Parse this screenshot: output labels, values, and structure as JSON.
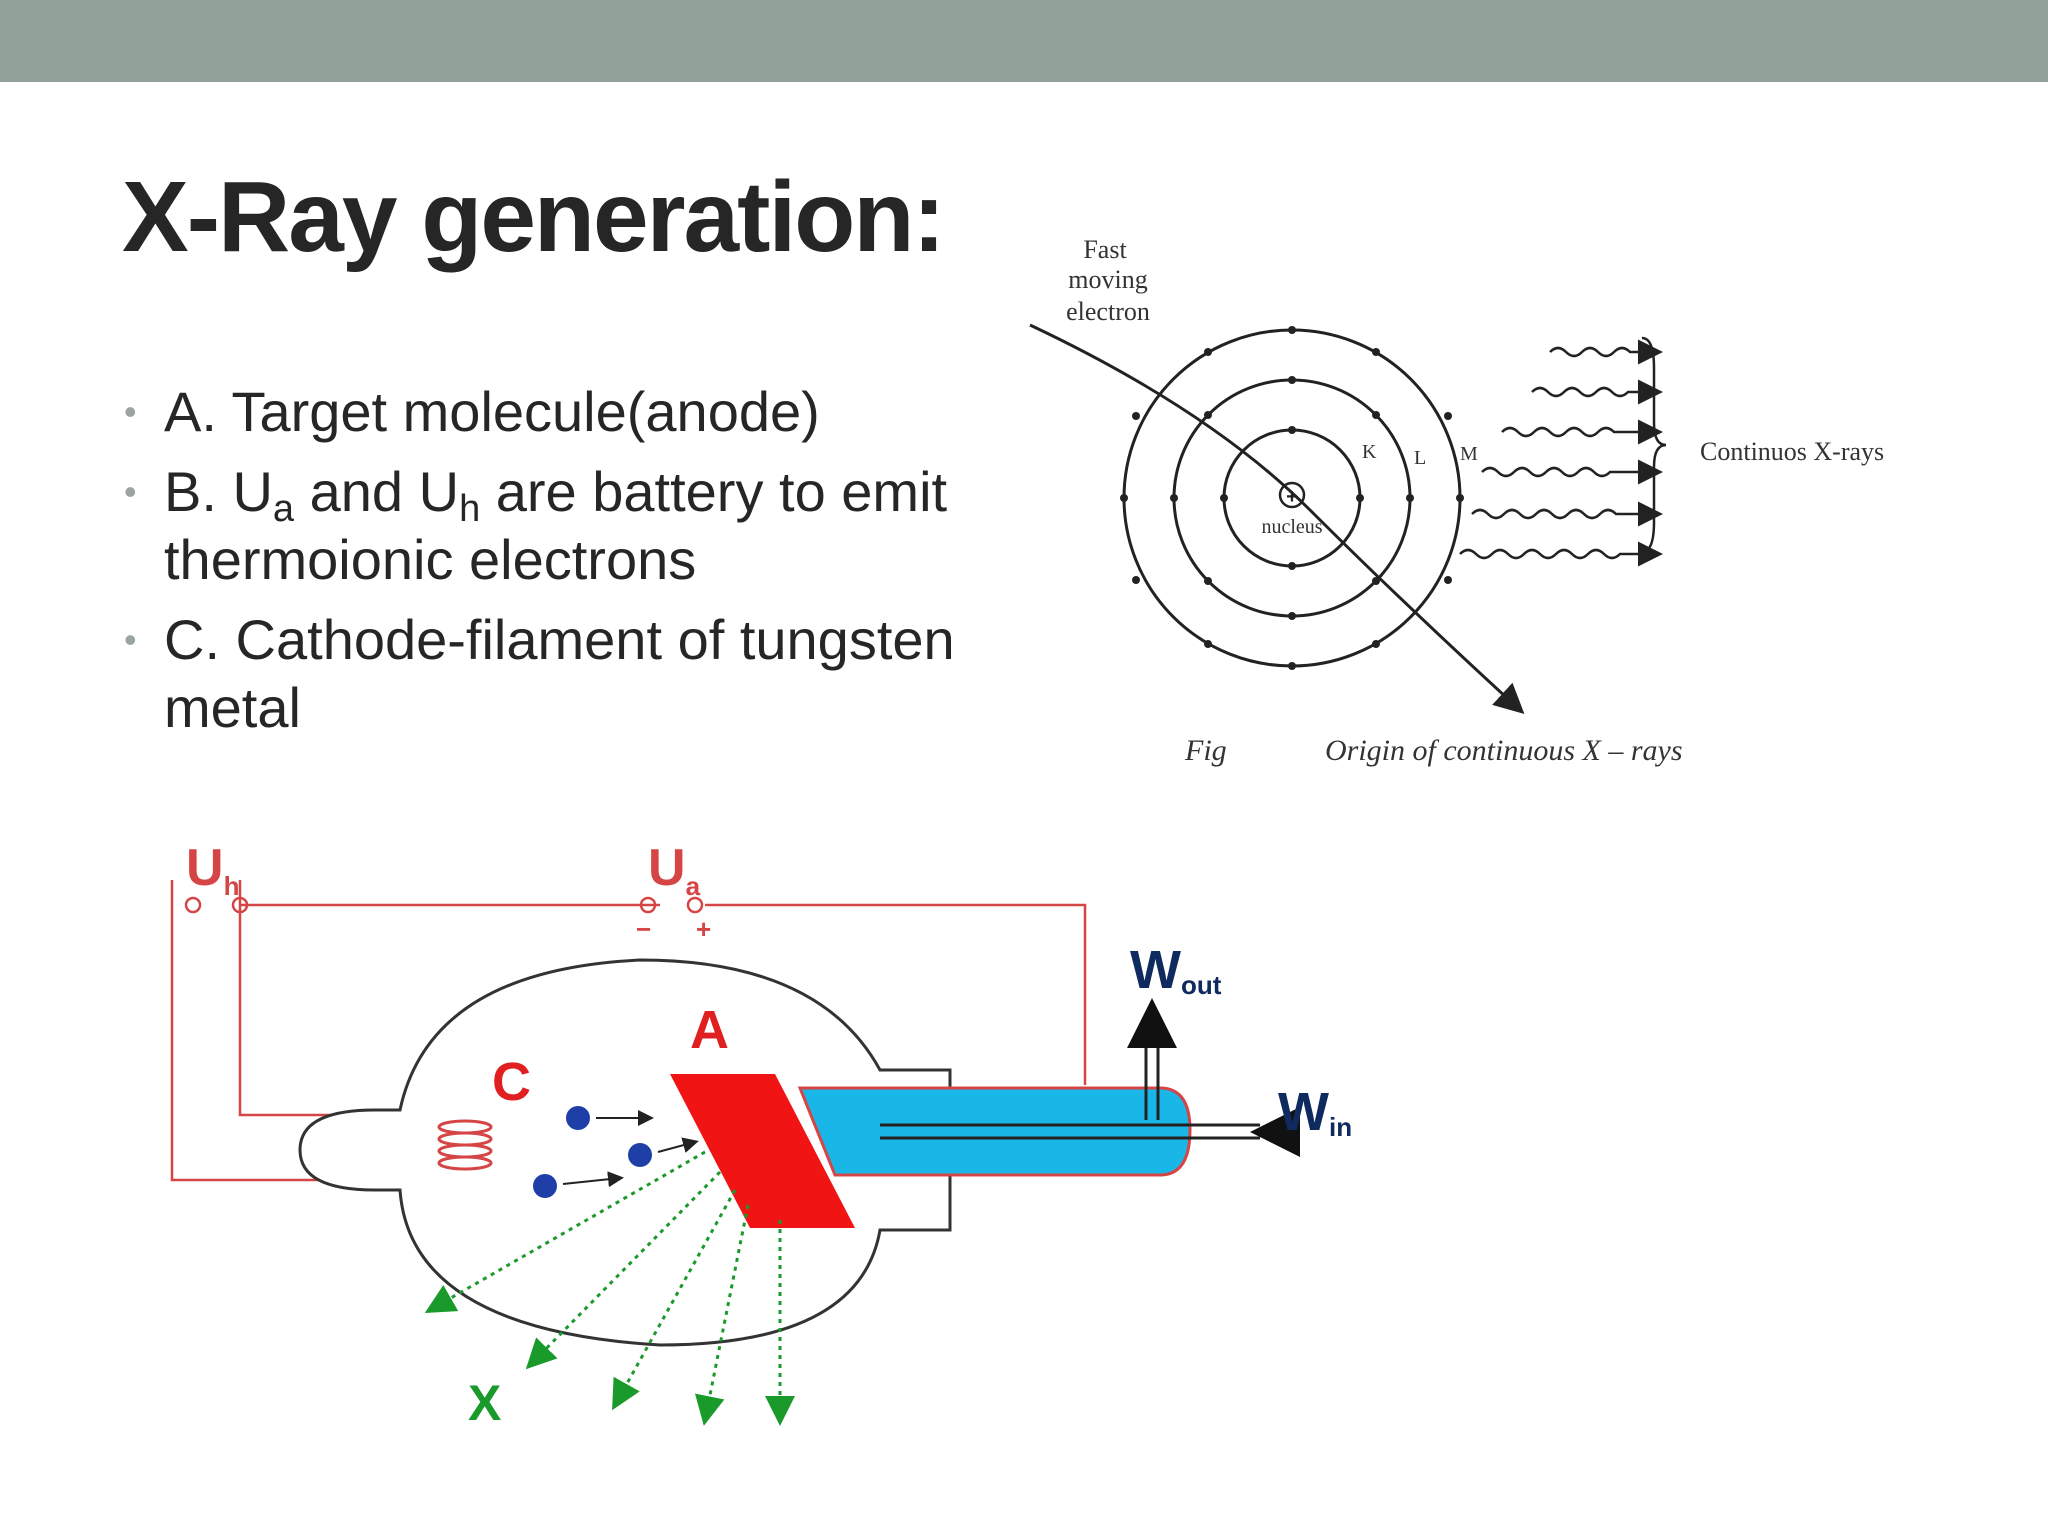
{
  "slide": {
    "title": "X-Ray generation:",
    "accent_color": "#91a099"
  },
  "bullets": [
    {
      "pre": "A. Target molecule(anode)"
    },
    {
      "pre": "B. U",
      "sub1": "a",
      "mid": " and U",
      "sub2": "h",
      "post": " are battery to emit thermoionic electrons"
    },
    {
      "pre": "C. Cathode-filament of tungsten metal"
    }
  ],
  "atom_figure": {
    "electron_label": [
      "Fast",
      "moving",
      "electron"
    ],
    "nucleus_label": "nucleus",
    "shell_labels": [
      "K",
      "L",
      "M"
    ],
    "rays_label": "Continuos X-rays",
    "caption_fig": "Fig",
    "caption_text": "Origin of continuous X – rays"
  },
  "tube_figure": {
    "uh_label": "U",
    "uh_sub": "h",
    "ua_label": "U",
    "ua_sub": "a",
    "minus": "−",
    "plus": "+",
    "anode_label": "A",
    "cathode_label": "C",
    "wout_label": "W",
    "wout_sub": "out",
    "win_label": "W",
    "win_sub": "in",
    "x_label": "X",
    "colors": {
      "anode": "#f01414",
      "coolant": "#19b6e8",
      "circuit": "#d64545",
      "electron": "#1f3fa8",
      "xray": "#1a9a2a"
    }
  }
}
